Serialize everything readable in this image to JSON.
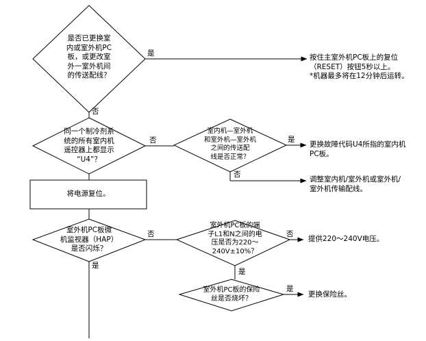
{
  "decisions": {
    "d1": [
      "是否已更换室",
      "内或室外机PC",
      "板，或更改室",
      "外一室外机间",
      "的传送配线？"
    ],
    "d2": [
      "同一个制冷剂系",
      "统的所有室内机",
      "遥控器上都显示",
      "“U4”？"
    ],
    "d3": [
      "室内机—室外机",
      "和室外机—室外机",
      "之间的传送配",
      "线是否正常？"
    ],
    "d4": [
      "室外机PC板微",
      "机监视器（HAP）",
      "是否闪烁？"
    ],
    "d5": [
      "室外机PC板的端",
      "子L1和N之间的电",
      "压是否为220～",
      "240V±10%？"
    ],
    "d6": [
      "室外机PC板的保险",
      "丝是否烧坏？"
    ]
  },
  "process": {
    "reset_power": "将电源复位。"
  },
  "actions": {
    "a1": [
      "按住主室外机PC板上的复位",
      "（RESET）按钮5秒以上。",
      "*机器最多将在12分钟后运转。"
    ],
    "a2": [
      "更换故障代码U4所指的室内机",
      "PC板。"
    ],
    "a3": [
      "调整室内机/室外机或室外机/",
      "室外机传输配线。"
    ],
    "a4": "提供220～240V电压。",
    "a5": "更换保险丝。"
  },
  "labels": {
    "yes": "是",
    "no": "否"
  }
}
